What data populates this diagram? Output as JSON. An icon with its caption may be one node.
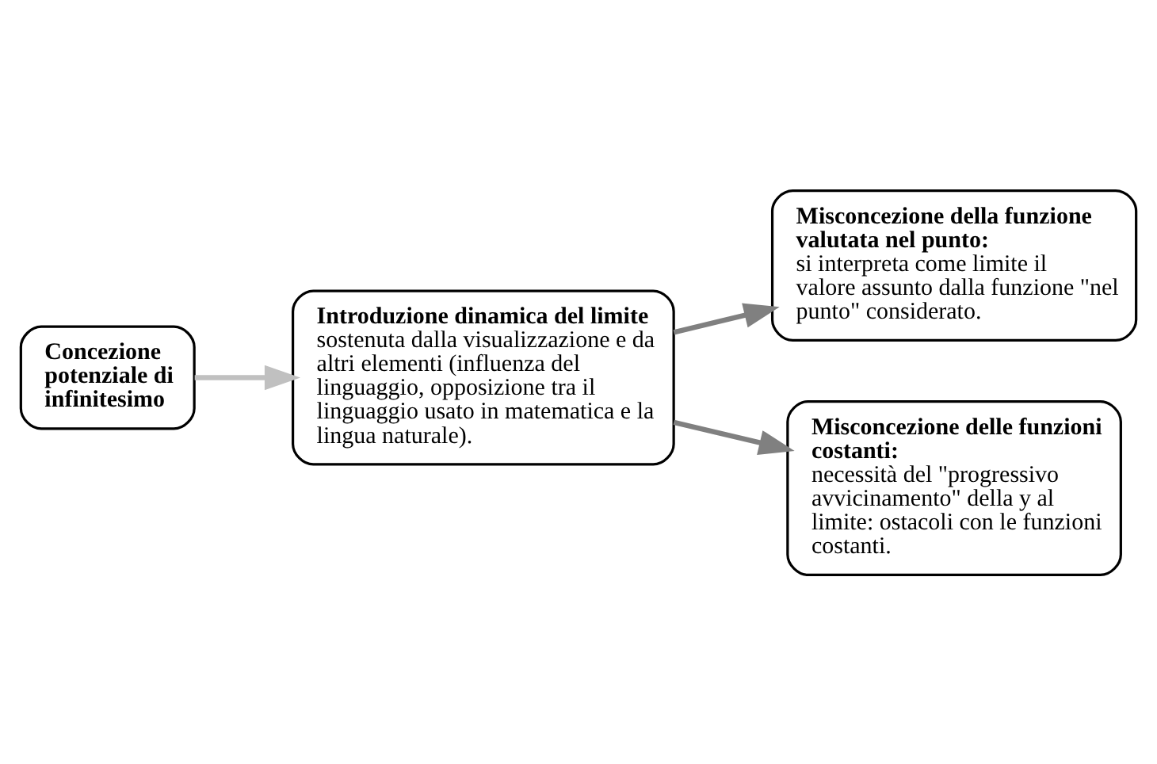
{
  "diagram": {
    "nodes": [
      {
        "text": [
          "Concezione potenziale di infinitesimo"
        ]
      },
      {
        "text": [
          "Introduzione dinamica del limite",
          "sostenuta dalla visualizzazione e da altri elementi (influenza del linguaggio, opposizione tra il linguaggio usato in matematica e la lingua naturale)."
        ]
      },
      {
        "text": [
          "Misconcezione della funzione valutata nel punto:",
          "si interpreta come limite il valore assunto dalla funzione \"nel punto\" considerato."
        ]
      },
      {
        "text": [
          "Misconcezione delle funzioni costanti:",
          "necessità del \"progressivo avvicinamento\" della y al limite: ostacoli con le funzioni costanti."
        ]
      }
    ],
    "edges": [
      {
        "from": 0,
        "to": 1,
        "arrow": "to",
        "color": "#c0c0c0"
      },
      {
        "from": 1,
        "to": 2,
        "arrow": "to"
      },
      {
        "from": 1,
        "to": 3,
        "arrow": "to"
      }
    ]
  }
}
